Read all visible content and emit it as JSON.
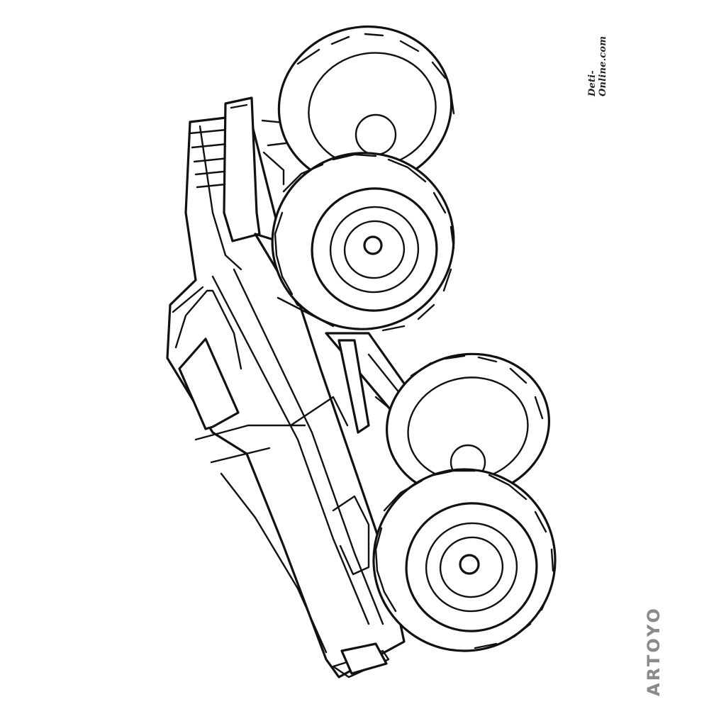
{
  "image": {
    "subject": "monster-truck",
    "style": "black-and-white line drawing",
    "colors": {
      "background": "#ffffff",
      "line": "#111111",
      "brand": "#8a8a8a",
      "brand_accent": "#3a7bd5"
    }
  },
  "watermarks": {
    "site": "Deti-Online.com",
    "brand": "ARTOYO"
  }
}
